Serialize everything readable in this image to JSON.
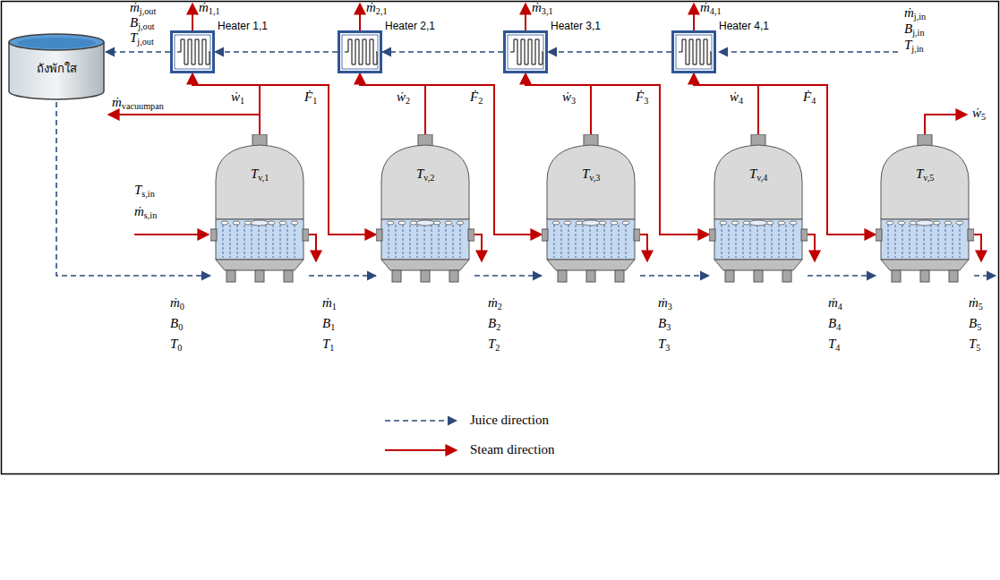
{
  "diagram": {
    "nodes": [
      {
        "text": [
          "ถังพักใส"
        ]
      },
      {
        "text": [
          "Heater 1,1"
        ]
      },
      {
        "text": [
          "Heater 2,1"
        ]
      },
      {
        "text": [
          "Heater 3,1"
        ]
      },
      {
        "text": [
          "Heater 4,1"
        ]
      },
      {
        "text": [
          "Tv,1"
        ]
      },
      {
        "text": [
          "Tv,2"
        ]
      },
      {
        "text": [
          "Tv,3"
        ]
      },
      {
        "text": [
          "Tv,4"
        ]
      },
      {
        "text": [
          "Tv,5"
        ]
      }
    ],
    "edges": [
      {
        "from": 4,
        "to": 3,
        "arrow": "to"
      },
      {
        "from": 3,
        "to": 2,
        "arrow": "to"
      },
      {
        "from": 2,
        "to": 1,
        "arrow": "to"
      },
      {
        "from": 1,
        "to": 0,
        "arrow": "to"
      },
      {
        "from": 0,
        "to": 5,
        "arrow": "to"
      },
      {
        "from": 5,
        "to": 6,
        "arrow": "to"
      },
      {
        "from": 6,
        "to": 7,
        "arrow": "to"
      },
      {
        "from": 7,
        "to": 8,
        "arrow": "to"
      },
      {
        "from": 8,
        "to": 9,
        "arrow": "to"
      },
      {
        "from": 5,
        "to": 1,
        "arrow": "to"
      },
      {
        "from": 5,
        "to": 6,
        "arrow": "to",
        "label": "Ḟ1"
      },
      {
        "from": 6,
        "to": 2,
        "arrow": "to"
      },
      {
        "from": 6,
        "to": 7,
        "arrow": "to",
        "label": "Ḟ2"
      },
      {
        "from": 7,
        "to": 3,
        "arrow": "to"
      },
      {
        "from": 7,
        "to": 8,
        "arrow": "to",
        "label": "Ḟ3"
      },
      {
        "from": 8,
        "to": 4,
        "arrow": "to"
      },
      {
        "from": 8,
        "to": 9,
        "arrow": "to",
        "label": "Ḟ4"
      }
    ],
    "labels": [
      "ṁj,out",
      "Bj,out",
      "Tj,out",
      "ṁ1,1",
      "ṁ2,1",
      "ṁ3,1",
      "ṁ4,1",
      "ṁj,in",
      "Bj,in",
      "Tj,in",
      "ṁvacuumpan",
      "ẇ1",
      "ẇ2",
      "ẇ3",
      "ẇ4",
      "ẇ5",
      "Ts,in",
      "ṁs,in",
      "ṁ0",
      "B0",
      "T0",
      "ṁ1",
      "B1",
      "T1",
      "ṁ2",
      "B2",
      "T2",
      "ṁ3",
      "B3",
      "T3",
      "ṁ4",
      "B4",
      "T4",
      "ṁ5",
      "B5",
      "T5"
    ],
    "legend": [
      {
        "text": "Juice direction"
      },
      {
        "text": "Steam direction"
      }
    ]
  }
}
